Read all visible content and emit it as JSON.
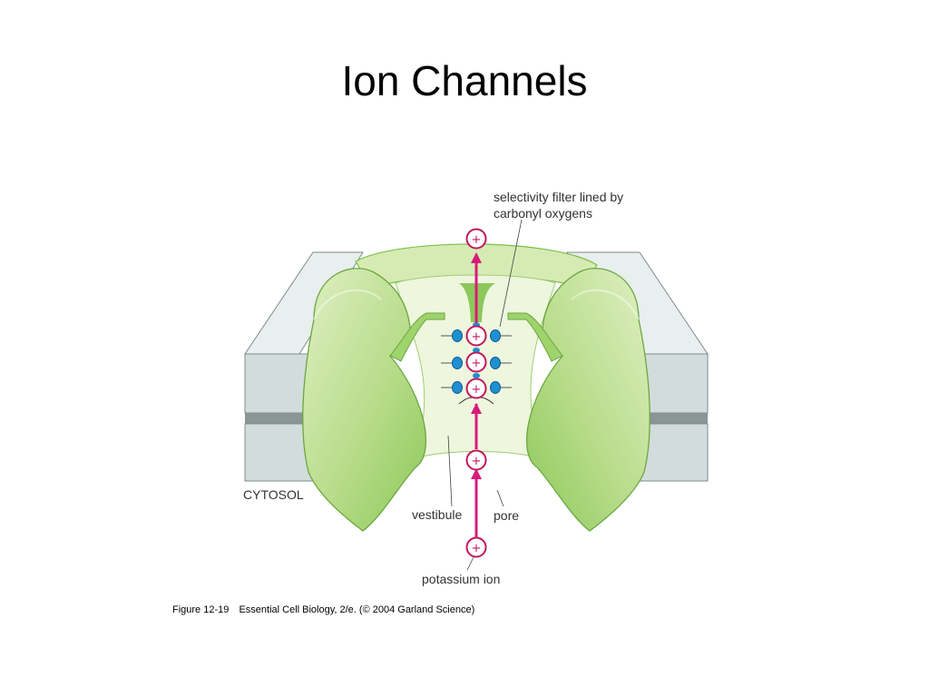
{
  "slide": {
    "title": "Ion Channels"
  },
  "diagram": {
    "labels": {
      "selectivity_filter_line1": "selectivity filter lined by",
      "selectivity_filter_line2": "carbonyl oxygens",
      "cytosol": "CYTOSOL",
      "vestibule": "vestibule",
      "pore": "pore",
      "potassium_ion": "potassium ion"
    },
    "ion_symbol": "+",
    "colors": {
      "protein_light": "#d6ebb4",
      "protein_mid": "#b8dc8a",
      "protein_dark": "#8cc85a",
      "interior": "#eef6de",
      "membrane_face": "#d3dcdc",
      "membrane_top": "#e9eeee",
      "membrane_side": "#8a9595",
      "ion_arrow": "#d81b7a",
      "oxygen": "#1f8fd1"
    }
  },
  "caption": {
    "figure": "Figure 12-19",
    "source": "Essential Cell Biology, 2/e. (© 2004 Garland Science)"
  }
}
